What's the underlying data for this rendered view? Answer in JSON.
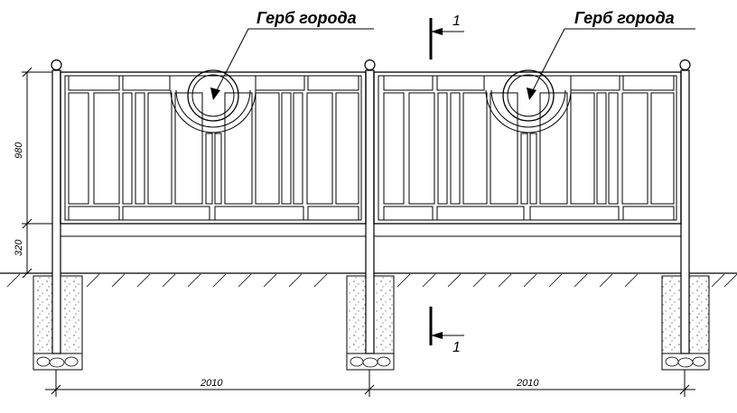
{
  "callouts": {
    "left_label": "Герб города",
    "right_label": "Герб города"
  },
  "section_marks": {
    "top": "1",
    "bottom": "1"
  },
  "dimensions": {
    "panel_height": "980",
    "base_height": "320",
    "span_left": "2010",
    "span_right": "2010"
  },
  "colors": {
    "line": "#000000",
    "background": "#ffffff"
  }
}
